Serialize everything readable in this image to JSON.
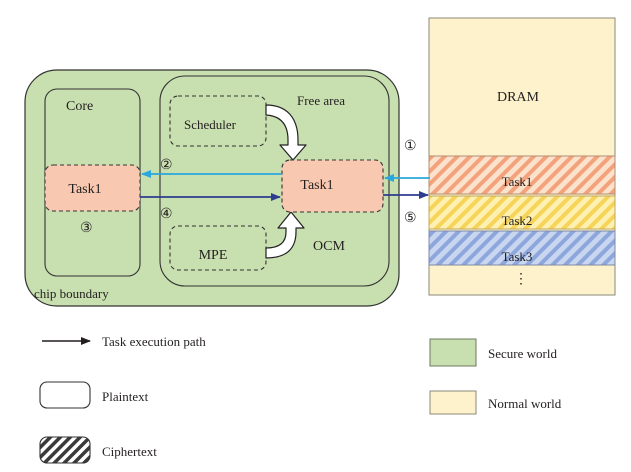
{
  "labels": {
    "core": "Core",
    "free_area": "Free area",
    "scheduler": "Scheduler",
    "core_task": "Task1",
    "ocm_task": "Task1",
    "mpe": "MPE",
    "ocm": "OCM",
    "chip_boundary": "chip boundary",
    "dram": "DRAM",
    "dram_task1": "Task1",
    "dram_task2": "Task2",
    "dram_task3": "Task3",
    "ellipsis": "⋮"
  },
  "steps": {
    "s1": "①",
    "s2": "②",
    "s3": "③",
    "s4": "④",
    "s5": "⑤"
  },
  "legend": {
    "execution_path": "Task execution path",
    "plaintext": "Plaintext",
    "ciphertext": "Ciphertext",
    "secure_world": "Secure world",
    "normal_world": "Normal world"
  },
  "colors": {
    "secure_green": "#c8dfb0",
    "normal_yellow": "#fdf2cc",
    "task_salmon": "#f8c9b0",
    "read_arrow": "#2aa7de",
    "write_arrow": "#2e3c8f",
    "outline": "#3a3a3a"
  }
}
